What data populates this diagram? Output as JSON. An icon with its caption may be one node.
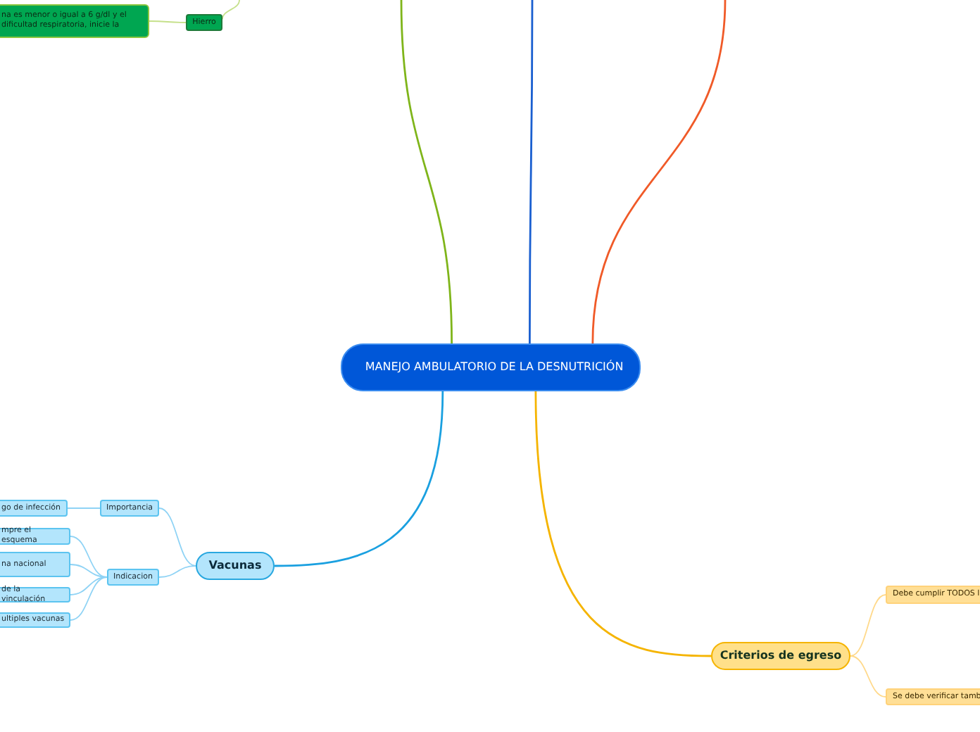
{
  "diagram": {
    "nodes": [
      {
        "text": [
          "MANEJO AMBULATORIO DE LA DESNUTRICIÓN"
        ]
      },
      {
        "text": [
          "na es menor o igual a 6 g/dl y el dificultad respiratoria, inicie la"
        ]
      },
      {
        "text": [
          "Hierro"
        ]
      },
      {
        "text": [
          "Vacunas"
        ]
      },
      {
        "text": [
          "Importancia"
        ]
      },
      {
        "text": [
          "Indicacion"
        ]
      },
      {
        "text": [
          "go de infección"
        ]
      },
      {
        "text": [
          "mpre el esquema"
        ]
      },
      {
        "text": [
          "na nacional"
        ]
      },
      {
        "text": [
          "de la vinculación"
        ]
      },
      {
        "text": [
          "ultiples vacunas"
        ]
      },
      {
        "text": [
          "Criterios de egreso"
        ]
      },
      {
        "text": [
          "Debe cumplir TODOS l"
        ]
      },
      {
        "text": [
          "Se debe verificar tamb"
        ]
      }
    ],
    "edges": [
      {
        "from": 0,
        "to": null,
        "arrow": "none",
        "color": "#7fb51a"
      },
      {
        "from": 0,
        "to": null,
        "arrow": "none",
        "color": "#1a5fd0"
      },
      {
        "from": 0,
        "to": null,
        "arrow": "none",
        "color": "#f05a28"
      },
      {
        "from": 0,
        "to": 3,
        "arrow": "none",
        "color": "#1aa0e0"
      },
      {
        "from": 0,
        "to": 11,
        "arrow": "none",
        "color": "#f5b400"
      },
      {
        "from": 3,
        "to": 4,
        "arrow": "none"
      },
      {
        "from": 3,
        "to": 5,
        "arrow": "none"
      },
      {
        "from": 4,
        "to": 6,
        "arrow": "none"
      },
      {
        "from": 5,
        "to": 7,
        "arrow": "none"
      },
      {
        "from": 5,
        "to": 8,
        "arrow": "none"
      },
      {
        "from": 5,
        "to": 9,
        "arrow": "none"
      },
      {
        "from": 5,
        "to": 10,
        "arrow": "none"
      },
      {
        "from": 11,
        "to": 12,
        "arrow": "none",
        "color": "#ffd98a"
      },
      {
        "from": 11,
        "to": 13,
        "arrow": "none",
        "color": "#ffd98a"
      },
      {
        "from": 2,
        "to": 1,
        "arrow": "none",
        "color": "#c5e08a"
      },
      {
        "from": 2,
        "to": null,
        "arrow": "none",
        "color": "#c5e08a"
      }
    ]
  }
}
